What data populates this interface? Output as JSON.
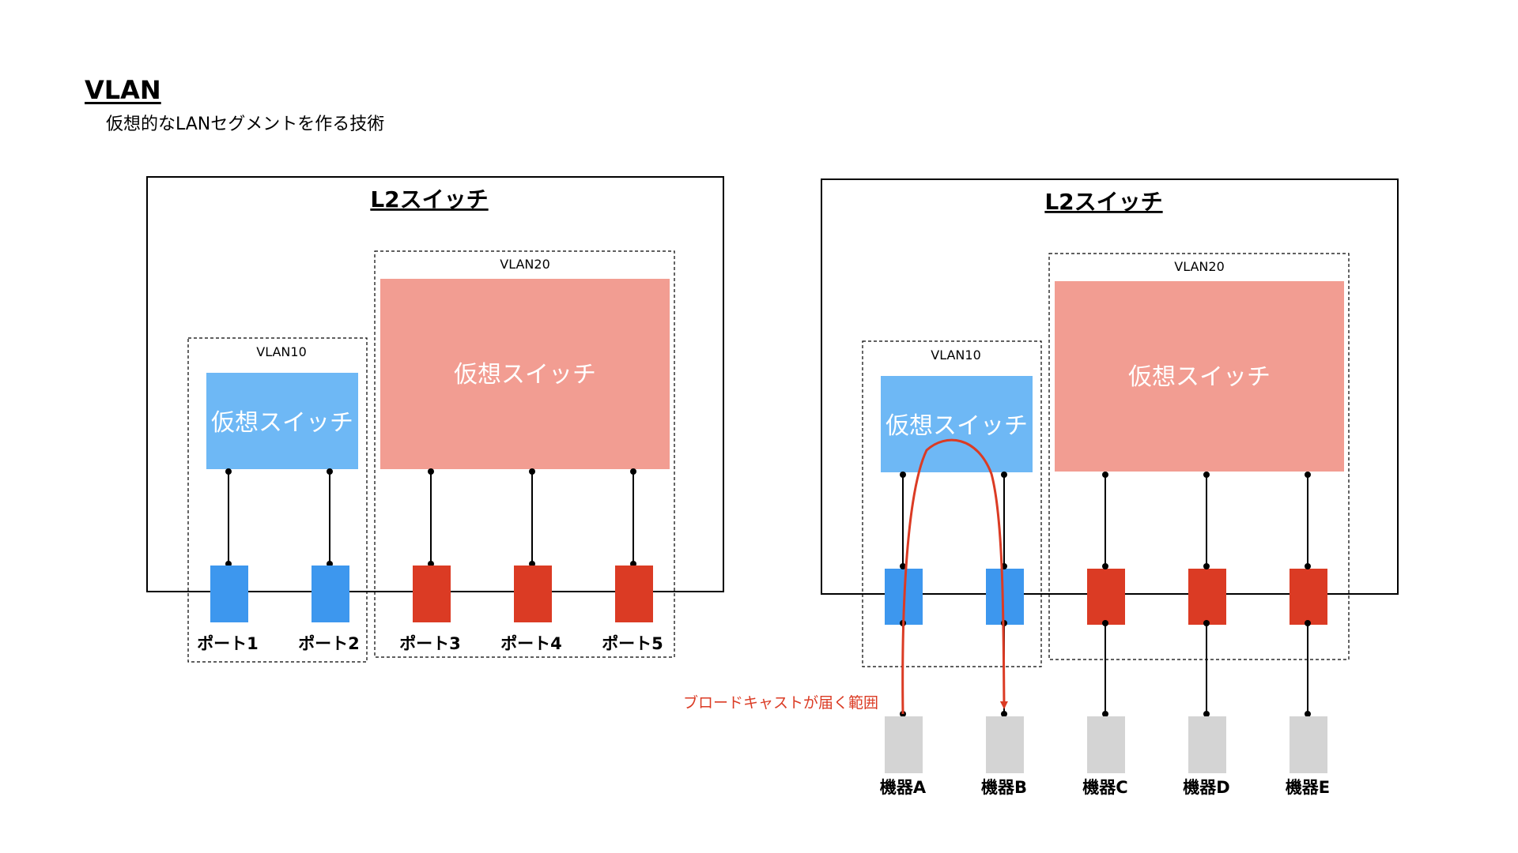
{
  "header": {
    "title": "VLAN",
    "subtitle": "仮想的なLANセグメントを作る技術"
  },
  "colors": {
    "vlan10": "#6eb8f5",
    "vlan10_port": "#3d97ee",
    "vlan20": "#f29d92",
    "vlan20_port": "#db3b24",
    "device": "#d4d4d4",
    "broadcast": "#db3b24"
  },
  "diagrams": [
    {
      "switch_title": "L2スイッチ",
      "vlan10": {
        "label": "VLAN10",
        "switch_label": "仮想スイッチ"
      },
      "vlan20": {
        "label": "VLAN20",
        "switch_label": "仮想スイッチ"
      },
      "ports": [
        "ポート1",
        "ポート2",
        "ポート3",
        "ポート4",
        "ポート5"
      ]
    },
    {
      "switch_title": "L2スイッチ",
      "vlan10": {
        "label": "VLAN10",
        "switch_label": "仮想スイッチ"
      },
      "vlan20": {
        "label": "VLAN20",
        "switch_label": "仮想スイッチ"
      },
      "devices": [
        "機器A",
        "機器B",
        "機器C",
        "機器D",
        "機器E"
      ],
      "broadcast_label": "ブロードキャストが届く範囲"
    }
  ]
}
